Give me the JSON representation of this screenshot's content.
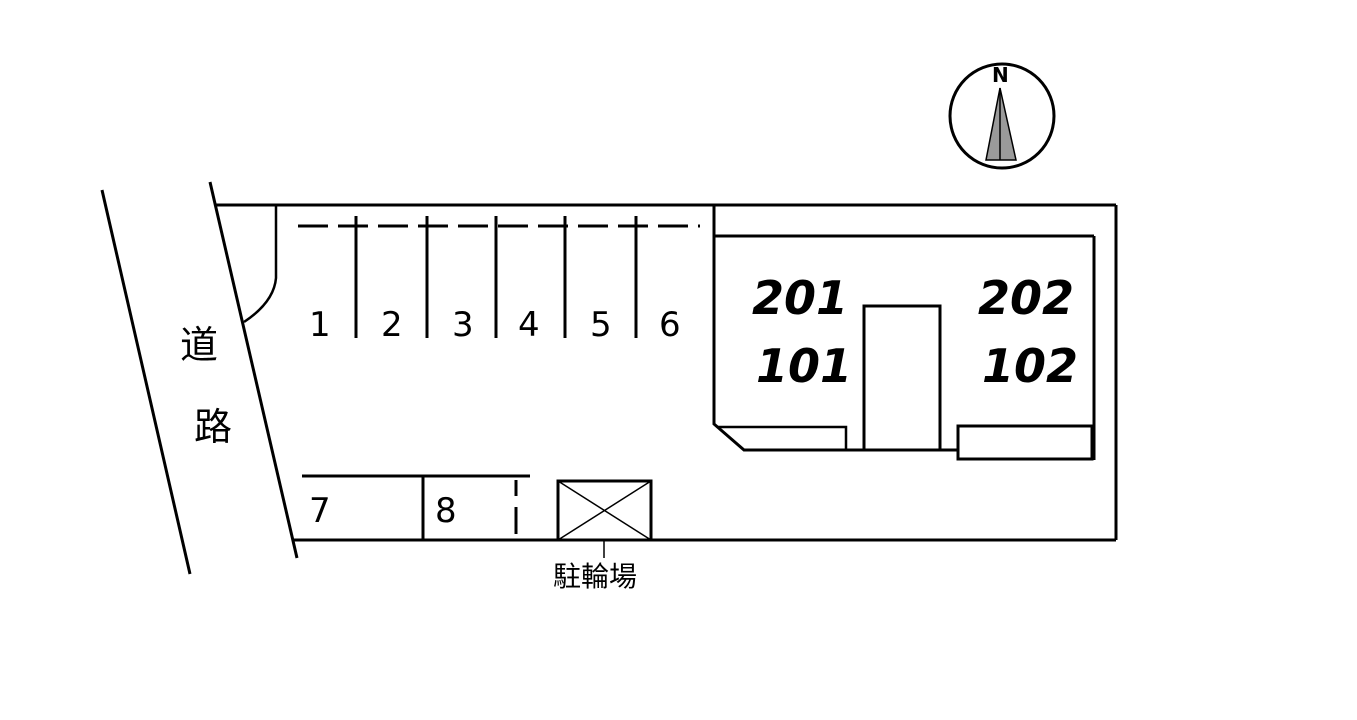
{
  "road": {
    "char_1": "道",
    "char_2": "路"
  },
  "parking": {
    "spaces": [
      "1",
      "2",
      "3",
      "4",
      "5",
      "6"
    ],
    "lower_spaces": [
      "7",
      "8"
    ]
  },
  "building": {
    "units_top": [
      "201",
      "202"
    ],
    "units_bottom": [
      "101",
      "102"
    ]
  },
  "bicycle_parking": {
    "label": "駐輪場"
  },
  "compass": {
    "letter": "N"
  }
}
